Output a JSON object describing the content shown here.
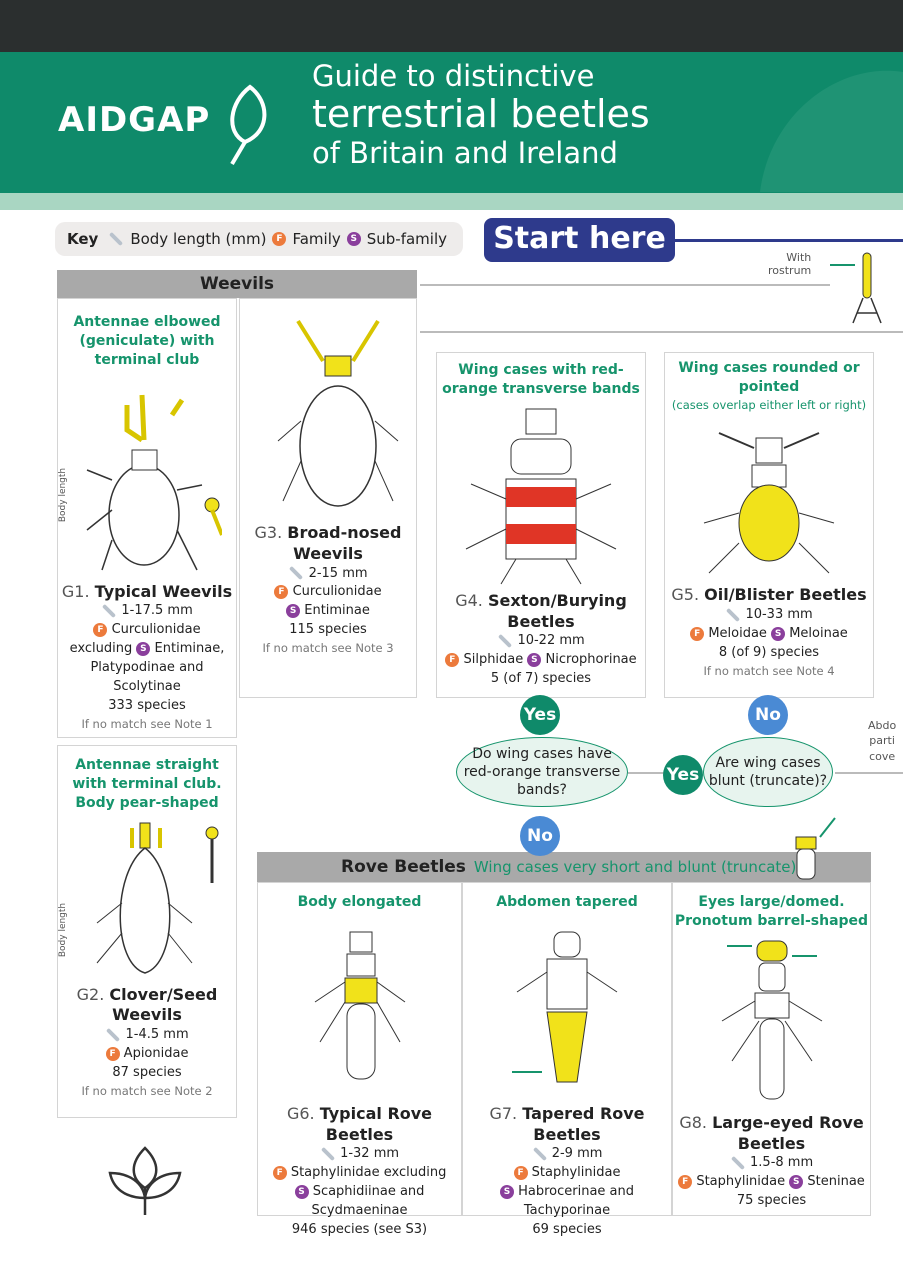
{
  "header": {
    "logo": "AIDGAP",
    "title_line1": "Guide to distinctive",
    "title_line2": "terrestrial beetles",
    "title_line3": "of Britain and Ireland"
  },
  "key": {
    "label": "Key",
    "body_length": "Body length (mm)",
    "family_badge": "F",
    "family": "Family",
    "subfamily_badge": "S",
    "subfamily": "Sub-family"
  },
  "start": {
    "label": "Start here",
    "rostrum_label_1": "With",
    "rostrum_label_2": "rostrum"
  },
  "weevils": {
    "heading": "Weevils",
    "g1": {
      "question": "Antennae elbowed (geniculate) with terminal club",
      "side_label": "Body length",
      "code": "G1.",
      "name": "Typical Weevils",
      "length": "1-17.5 mm",
      "family": "Curculionidae",
      "family_prefix": "excluding",
      "subfamily": "Entiminae, Platypodinae and Scolytinae",
      "species": "333 species",
      "note": "If no match see Note 1"
    },
    "g2": {
      "question": "Antennae straight with terminal club. Body pear-shaped",
      "side_label": "Body length",
      "code": "G2.",
      "name": "Clover/Seed Weevils",
      "length": "1-4.5 mm",
      "family": "Apionidae",
      "species": "87 species",
      "note": "If no match see Note 2"
    },
    "g3": {
      "code": "G3.",
      "name": "Broad-nosed Weevils",
      "length": "2-15 mm",
      "family": "Curculionidae",
      "subfamily": "Entiminae",
      "species": "115 species",
      "note": "If no match see Note 3"
    }
  },
  "g4": {
    "question": "Wing cases with red-orange transverse bands",
    "code": "G4.",
    "name": "Sexton/Burying Beetles",
    "length": "10-22 mm",
    "family": "Silphidae",
    "subfamily": "Nicrophorinae",
    "species": "5 (of 7) species"
  },
  "g5": {
    "question": "Wing cases rounded or pointed",
    "question_sub": "(cases overlap either left or right)",
    "code": "G5.",
    "name": "Oil/Blister Beetles",
    "length": "10-33 mm",
    "family": "Meloidae",
    "subfamily": "Meloinae",
    "species": "8 (of 9) species",
    "note": "If no match see Note 4"
  },
  "flow": {
    "yes": "Yes",
    "no": "No",
    "q_bands": "Do wing cases have red-orange transverse bands?",
    "q_blunt": "Are wing cases blunt (truncate)?",
    "side_cut_1": "Abdo",
    "side_cut_2": "parti",
    "side_cut_3": "cove"
  },
  "rove": {
    "heading": "Rove Beetles",
    "subheading": "Wing cases very short and blunt (truncate)",
    "g6": {
      "question": "Body elongated",
      "code": "G6.",
      "name": "Typical Rove Beetles",
      "length": "1-32 mm",
      "family": "Staphylinidae excluding",
      "subfamily": "Scaphidiinae and Scydmaeninae",
      "species": "946 species (see S3)"
    },
    "g7": {
      "question": "Abdomen tapered",
      "code": "G7.",
      "name": "Tapered Rove Beetles",
      "length": "2-9 mm",
      "family": "Staphylinidae",
      "subfamily": "Habrocerinae and Tachyporinae",
      "species": "69 species"
    },
    "g8": {
      "question": "Eyes large/domed. Pronotum barrel-shaped",
      "code": "G8.",
      "name": "Large-eyed Rove Beetles",
      "length": "1.5-8 mm",
      "family": "Staphylinidae",
      "subfamily": "Steninae",
      "species": "75 species"
    }
  },
  "colors": {
    "green": "#0f8a6a",
    "navy": "#2e3a8c",
    "highlight": "#f1e21a",
    "red": "#e03526"
  }
}
